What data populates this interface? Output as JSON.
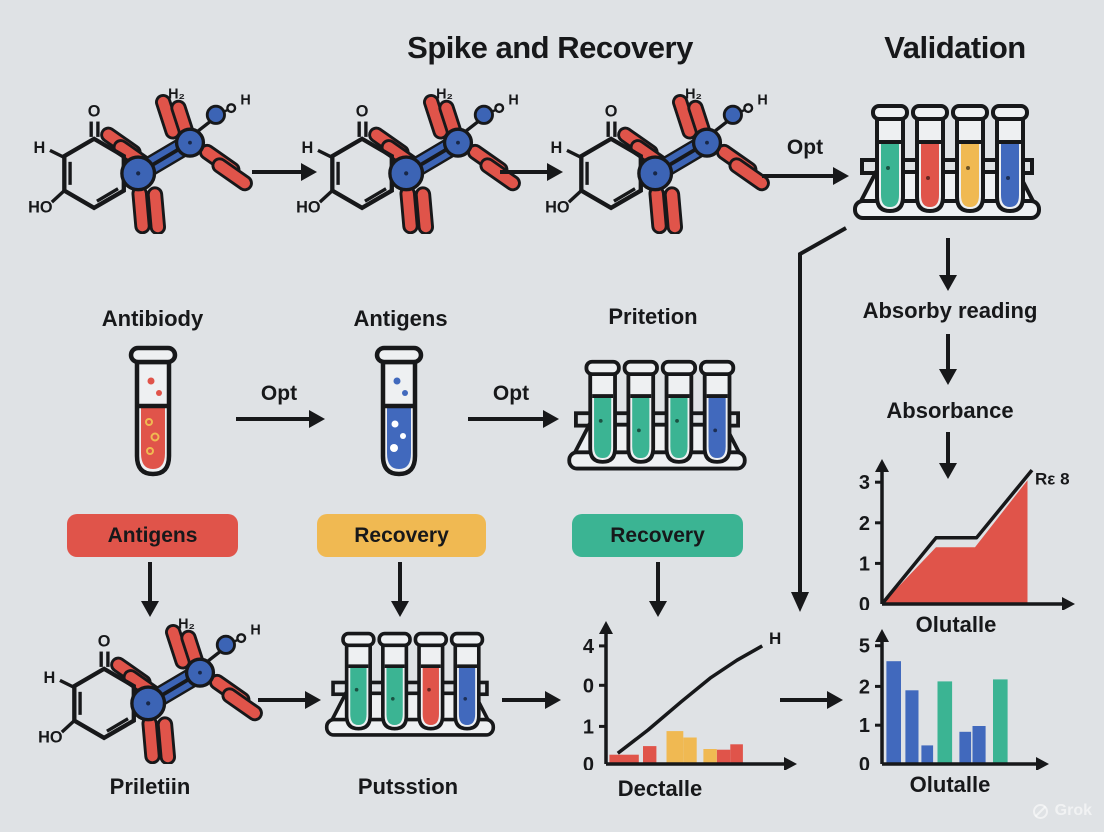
{
  "meta": {
    "watermark": "Grok"
  },
  "palette": {
    "bg": "#dfe2e5",
    "ink": "#17181a",
    "red": "#e0544a",
    "yellow": "#f0b952",
    "teal": "#3bb493",
    "blue": "#4169bd",
    "tube_empty": "#eef0f2"
  },
  "titles": {
    "spike": "Spike and Recovery",
    "validation": "Validation"
  },
  "molecule_labels": {
    "o": "O",
    "h_left": "H",
    "ho": "HO",
    "h2": "H₂",
    "h_right": "H"
  },
  "top_flow": {
    "opt": "Opt",
    "rack_colors": [
      "teal",
      "red",
      "yellow",
      "blue"
    ]
  },
  "middle_flow": {
    "antibody_label": "Antibiody",
    "antigens_label": "Antigens",
    "pritetion_label": "Pritetion",
    "opt1": "Opt",
    "opt2": "Opt",
    "tube1_color": "red",
    "tube2_color": "blue",
    "rack_colors": [
      "teal",
      "teal",
      "teal",
      "blue"
    ]
  },
  "tags": [
    {
      "label": "Antigens",
      "color": "red"
    },
    {
      "label": "Recovery",
      "color": "yellow"
    },
    {
      "label": "Recovery",
      "color": "teal"
    }
  ],
  "validation_flow": {
    "absorby": "Absorby reading",
    "absorbance": "Absorbance"
  },
  "bottom_flow": {
    "molecule_label": "Priletiin",
    "rack_label": "Putsstion",
    "rack_colors": [
      "teal",
      "teal",
      "red",
      "blue"
    ]
  },
  "chart_data": [
    {
      "id": "recovery-area-chart",
      "type": "area",
      "title": "",
      "xlabel": "Olutalle",
      "ylabel": "",
      "yticks": [
        {
          "label": "3",
          "v": 3
        },
        {
          "label": "2",
          "v": 2
        },
        {
          "label": "1",
          "v": 1
        },
        {
          "label": "0",
          "v": 0
        }
      ],
      "ymax": 3.4,
      "annotation": {
        "text": "Rε 8",
        "x": 1.02,
        "y": 2.95
      },
      "line": [
        [
          0,
          0
        ],
        [
          0.36,
          1.63
        ],
        [
          0.63,
          1.63
        ],
        [
          1,
          3.3
        ]
      ],
      "area": {
        "points": [
          [
            0,
            0
          ],
          [
            0.36,
            1.4
          ],
          [
            0.62,
            1.4
          ],
          [
            0.97,
            3.05
          ],
          [
            0.97,
            0
          ]
        ],
        "color": "red"
      }
    },
    {
      "id": "dectalle-chart",
      "type": "line+bar",
      "title": "",
      "xlabel": "Dectalle",
      "ylabel": "",
      "yticks": [
        {
          "label": "4",
          "v": 3.3
        },
        {
          "label": "0",
          "v": 2.2
        },
        {
          "label": "1",
          "v": 1.05
        },
        {
          "label": "0",
          "v": 0
        }
      ],
      "ymax": 3.8,
      "annotation": {
        "text": "H",
        "x": 0.97,
        "y": 3.35
      },
      "line": [
        [
          0.07,
          0.3
        ],
        [
          0.25,
          0.95
        ],
        [
          0.45,
          1.75
        ],
        [
          0.62,
          2.4
        ],
        [
          0.78,
          2.9
        ],
        [
          0.93,
          3.3
        ]
      ],
      "bars": [
        {
          "x": 0.02,
          "w": 0.175,
          "v": 0.26,
          "color": "red"
        },
        {
          "x": 0.22,
          "w": 0.08,
          "v": 0.5,
          "color": "red"
        },
        {
          "x": 0.36,
          "w": 0.1,
          "v": 0.92,
          "color": "yellow"
        },
        {
          "x": 0.46,
          "w": 0.08,
          "v": 0.74,
          "color": "yellow"
        },
        {
          "x": 0.58,
          "w": 0.08,
          "v": 0.42,
          "color": "yellow"
        },
        {
          "x": 0.66,
          "w": 0.08,
          "v": 0.4,
          "color": "red"
        },
        {
          "x": 0.74,
          "w": 0.075,
          "v": 0.55,
          "color": "red"
        }
      ]
    },
    {
      "id": "olutalle-bar-chart",
      "type": "bar",
      "title": "",
      "xlabel": "Olutalle",
      "ylabel": "",
      "yticks": [
        {
          "label": "5",
          "v": 3.05
        },
        {
          "label": "2",
          "v": 2
        },
        {
          "label": "1",
          "v": 1
        },
        {
          "label": "0",
          "v": 0
        }
      ],
      "ymax": 3.3,
      "bars": [
        {
          "x": 0.03,
          "w": 0.1,
          "v": 2.65,
          "color": "blue"
        },
        {
          "x": 0.16,
          "w": 0.09,
          "v": 1.9,
          "color": "blue"
        },
        {
          "x": 0.27,
          "w": 0.08,
          "v": 0.48,
          "color": "blue"
        },
        {
          "x": 0.38,
          "w": 0.1,
          "v": 2.13,
          "color": "teal"
        },
        {
          "x": 0.53,
          "w": 0.08,
          "v": 0.83,
          "color": "blue"
        },
        {
          "x": 0.62,
          "w": 0.09,
          "v": 0.98,
          "color": "blue"
        },
        {
          "x": 0.76,
          "w": 0.1,
          "v": 2.18,
          "color": "teal"
        }
      ]
    }
  ]
}
